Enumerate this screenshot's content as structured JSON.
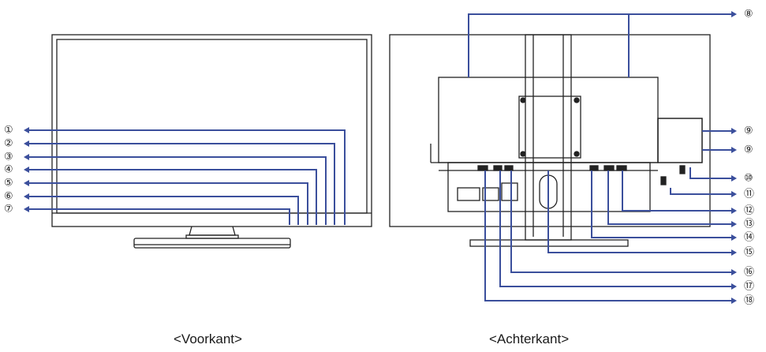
{
  "captions": {
    "front": "<Voorkant>",
    "back": "<Achterkant>"
  },
  "labels": {
    "front": [
      "①",
      "②",
      "③",
      "④",
      "⑤",
      "⑥",
      "⑦"
    ],
    "back": [
      "⑧",
      "⑨",
      "⑨",
      "⑩",
      "⑪",
      "⑫",
      "⑬",
      "⑭",
      "⑮",
      "⑯",
      "⑰",
      "⑱"
    ]
  },
  "colors": {
    "leader": "#3b4f9c",
    "outline": "#222222"
  }
}
